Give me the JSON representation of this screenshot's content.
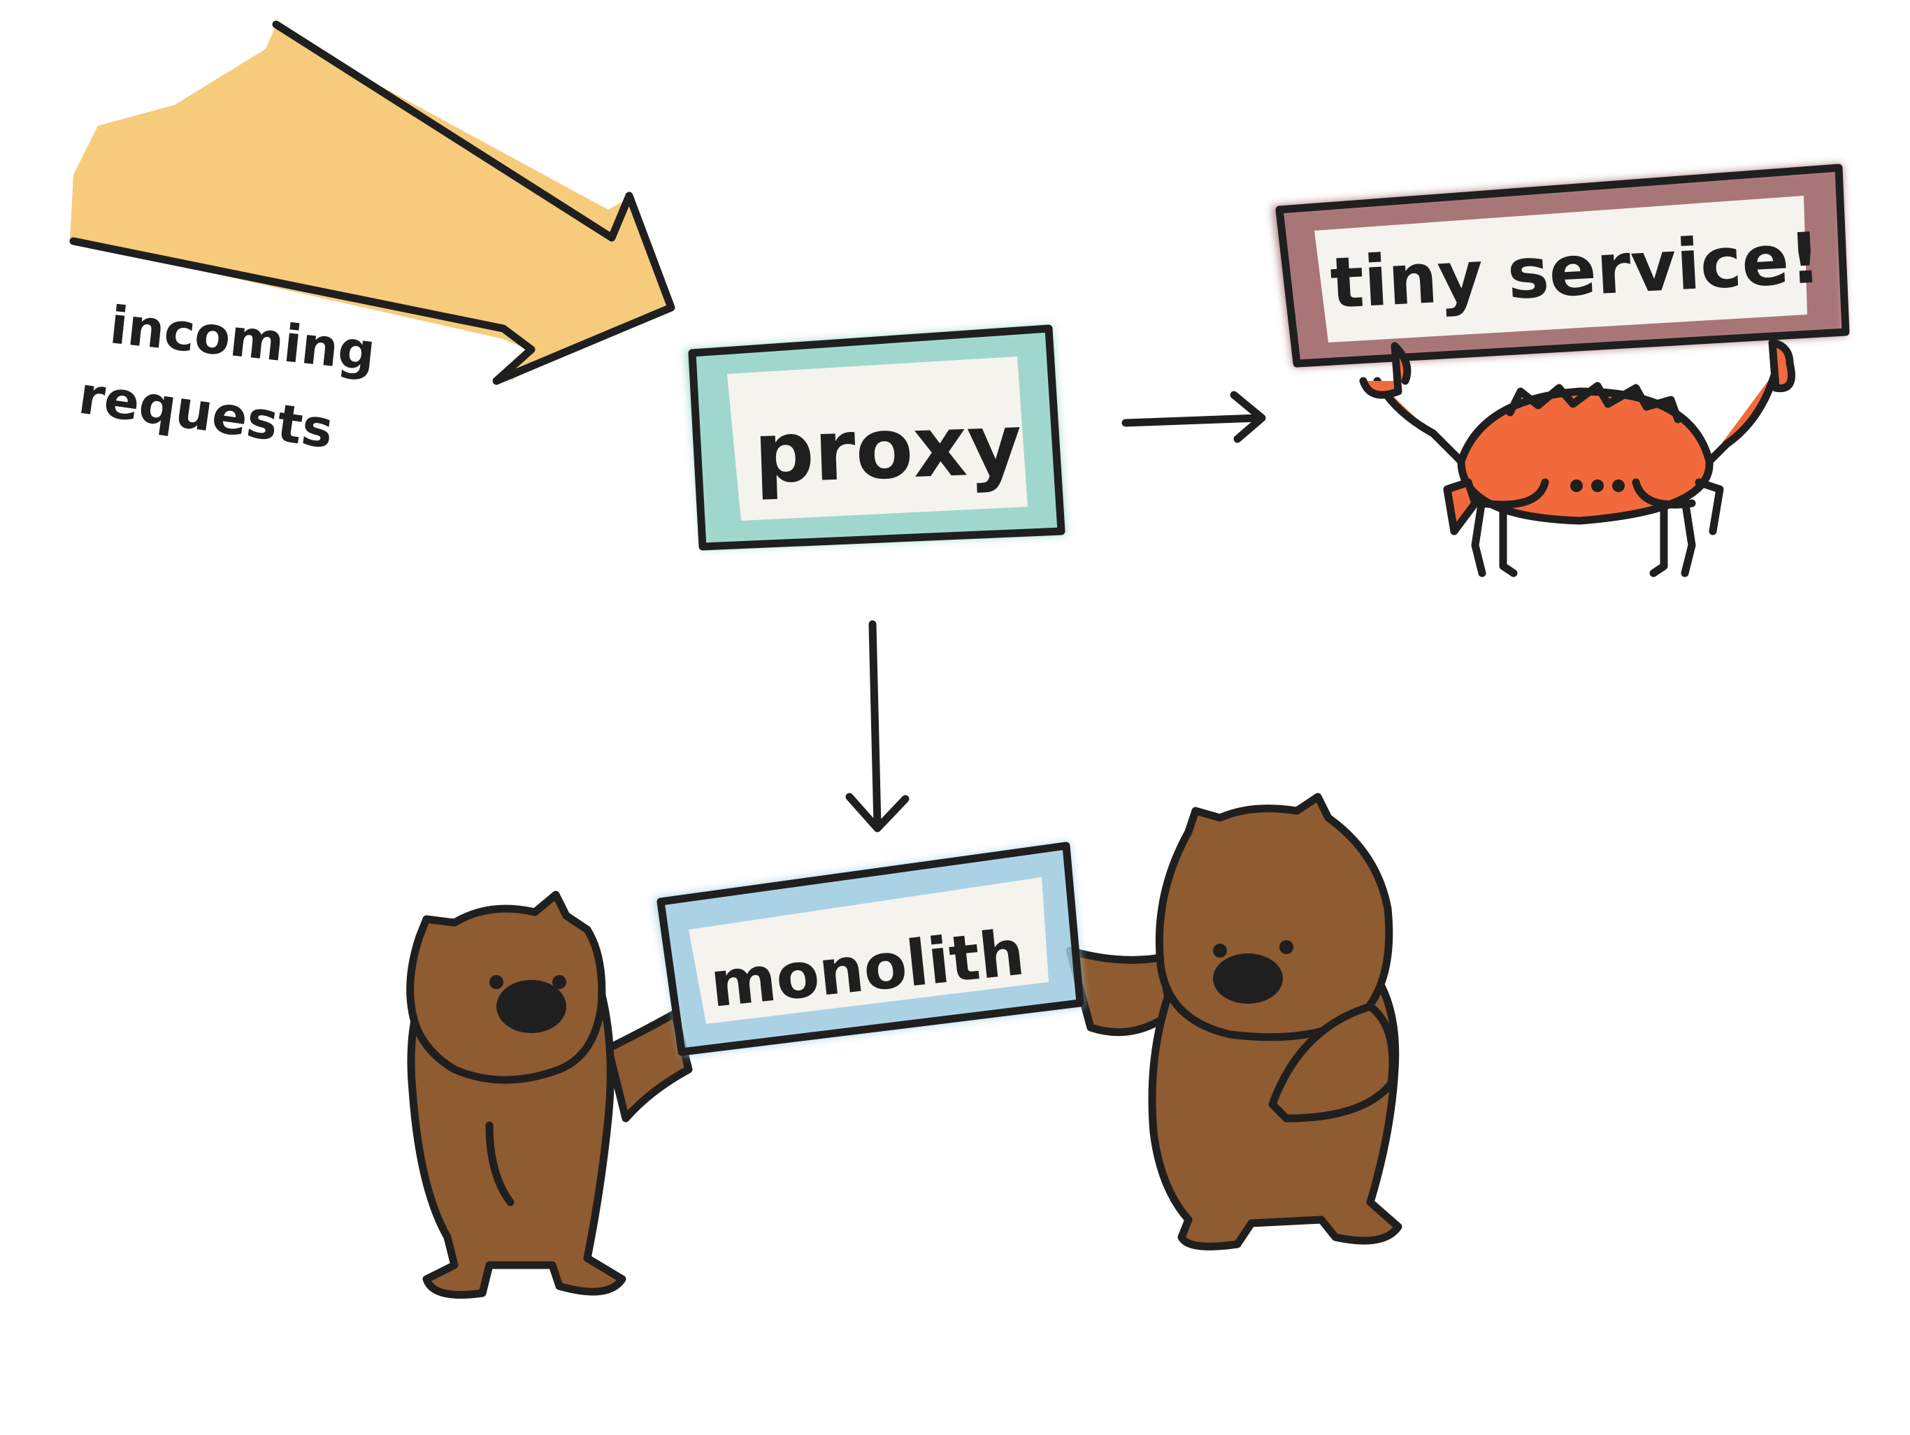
{
  "labels": {
    "incoming_line1": "incoming",
    "incoming_line2": "requests",
    "proxy": "proxy",
    "tiny_service": "tiny service!",
    "monolith": "monolith"
  },
  "colors": {
    "arrow_fill": "#f6c56e",
    "proxy_border": "#8fd1c4",
    "service_border": "#9a5e60",
    "monolith_border": "#9ccbe0",
    "label_fill": "#f5f3ee",
    "crab": "#f26a3b",
    "wombat": "#8f5b30",
    "ink": "#1f1f1f"
  },
  "icons": [
    "incoming-arrow",
    "crab",
    "wombat"
  ]
}
